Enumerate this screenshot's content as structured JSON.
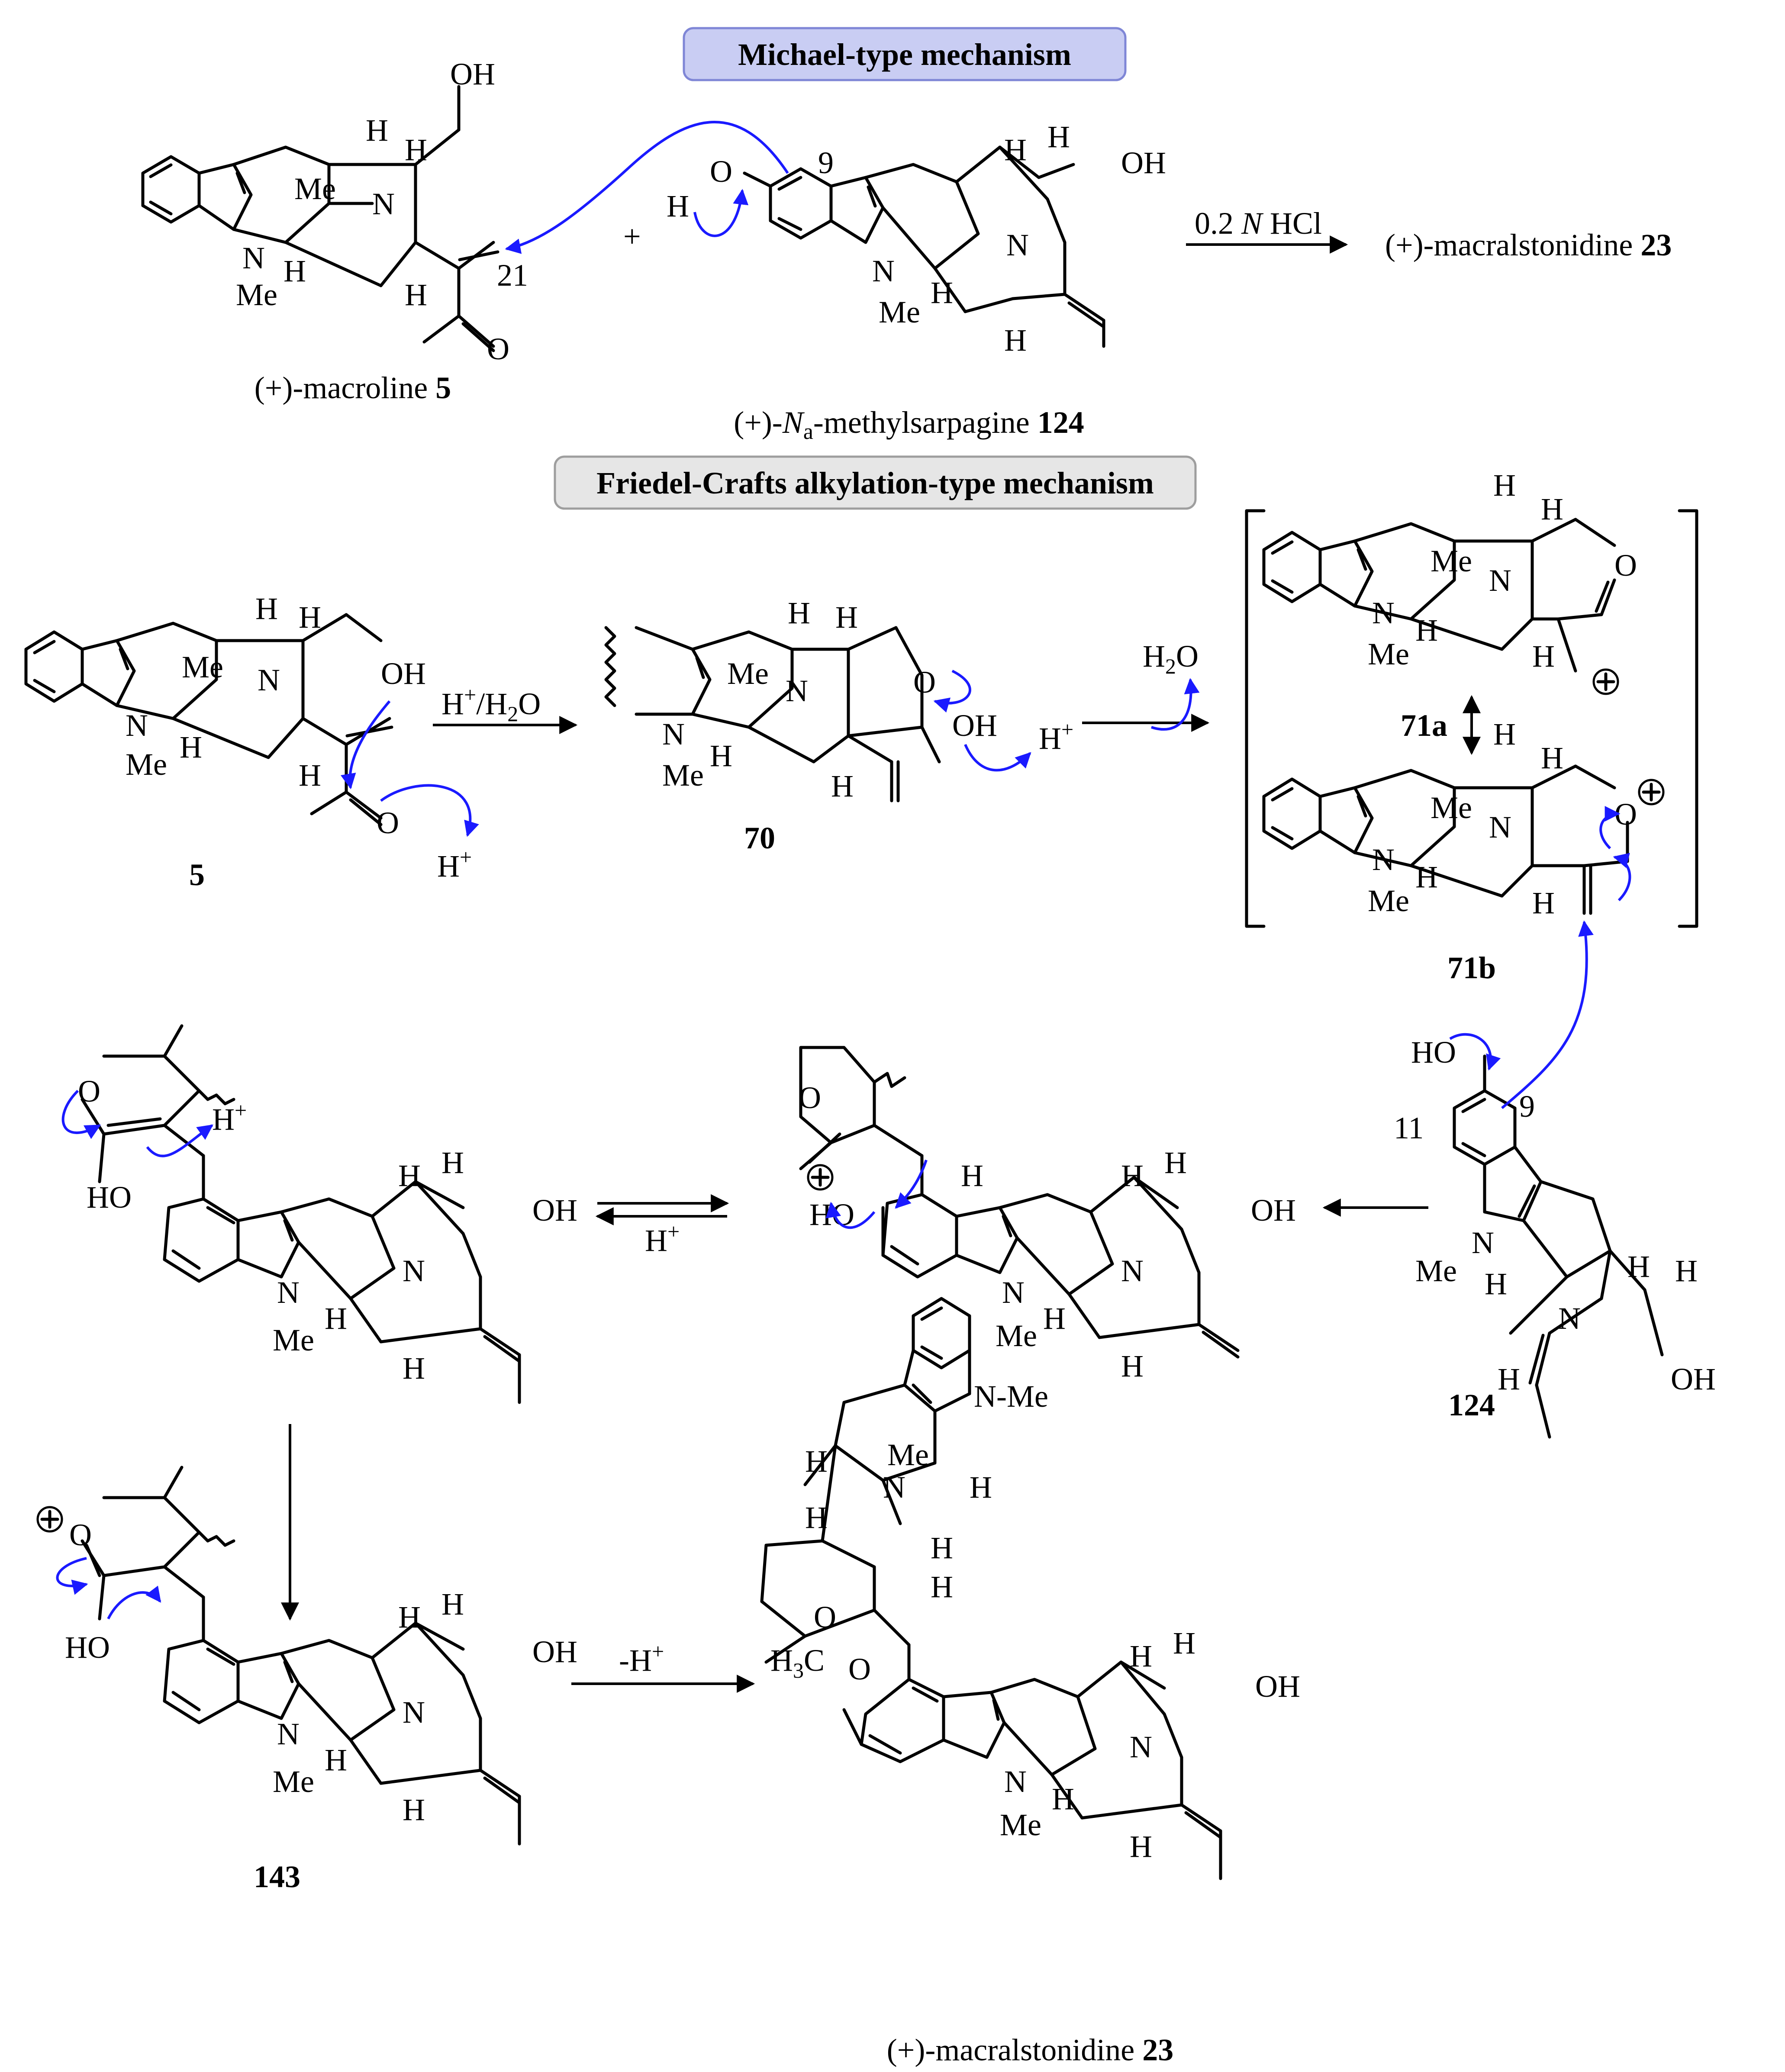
{
  "headers": {
    "michael": "Michael-type mechanism",
    "friedel_crafts": "Friedel-Crafts alkylation-type mechanism"
  },
  "compounds": {
    "macroline": {
      "prefix": "(+)-macroline ",
      "number": "5"
    },
    "methylsarpagine": {
      "prefix": "(+)-",
      "italic": "N",
      "sub": "a",
      "suffix": "-methylsarpagine ",
      "number": "124"
    },
    "macralstonidine_top": {
      "prefix": "(+)-macralstonidine ",
      "number": "23"
    },
    "macralstonidine_bottom": {
      "prefix": "(+)-macralstonidine ",
      "number": "23"
    },
    "c5": "5",
    "c70": "70",
    "c71a": "71a",
    "c71b": "71b",
    "c124": "124",
    "c143": "143"
  },
  "conditions": {
    "hcl": {
      "value": "0.2 ",
      "italic": "N",
      "rest": " HCl"
    },
    "h_h2o": {
      "h": "H",
      "sup": "+",
      "rest": "/H",
      "sub": "2",
      "tail": "O"
    },
    "water_out": {
      "h": "H",
      "sub": "2",
      "tail": "O"
    },
    "h_plus": {
      "h": "H",
      "sup": "+"
    },
    "minus_h": {
      "pre": "-H",
      "sup": "+"
    }
  },
  "atoms": {
    "H": "H",
    "N": "N",
    "O": "O",
    "OH": "OH",
    "HO": "HO",
    "Me": "Me",
    "NMe": "N-Me",
    "plus": "+",
    "num9": "9",
    "num11": "11",
    "num21": "21",
    "H3C": "H3C",
    "Hplus": "H+"
  },
  "colors": {
    "mechanism_arrow": "#1a1aff"
  }
}
